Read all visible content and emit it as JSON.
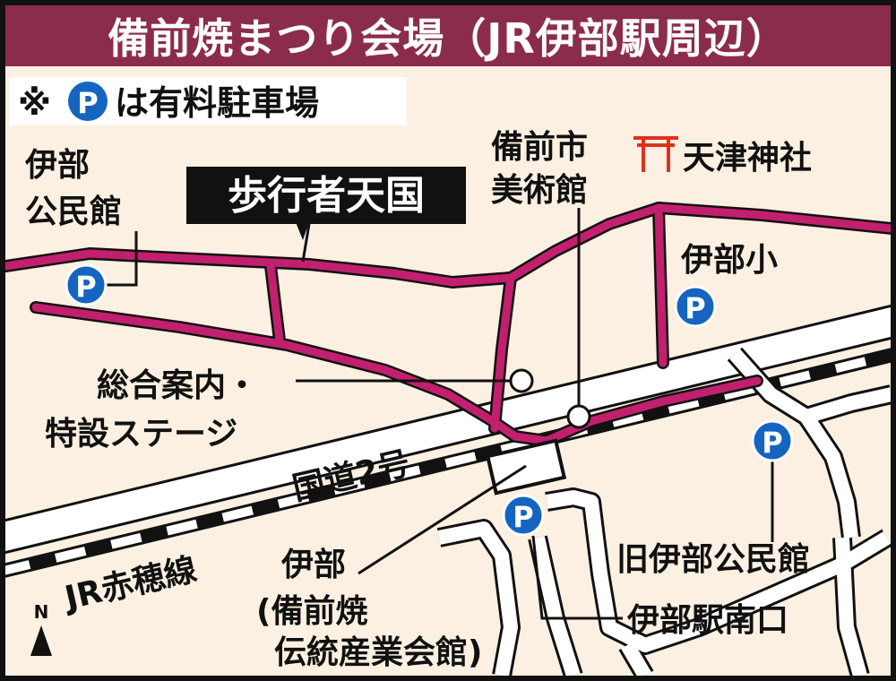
{
  "title": "備前焼まつり会場（JR伊部駅周辺）",
  "legend": {
    "mark": "※",
    "p_icon": "P",
    "text": "は有料駐車場"
  },
  "colors": {
    "title_bg": "#8c2c4c",
    "map_bg": "#fbf0e1",
    "route": "#c2206e",
    "parking": "#1565c0",
    "torii": "#e0301e"
  },
  "pedestrian_zone_label": "歩行者天国",
  "places": {
    "imbe_kominkan": [
      "伊部",
      "公民館"
    ],
    "bizen_museum": [
      "備前市",
      "美術館"
    ],
    "tenzu_shrine": "天津神社",
    "imbe_school": "伊部小",
    "info_stage": [
      "総合案内・",
      "特設ステージ"
    ],
    "route2": "国道2号",
    "jr_line": "JR赤穂線",
    "station": [
      "伊部",
      "(備前焼",
      "伝統産業会館)"
    ],
    "old_kominkan": "旧伊部公民館",
    "south_exit": "伊部駅南口"
  },
  "parking_label": "P",
  "torii_icon": "torii-icon",
  "north": "N"
}
